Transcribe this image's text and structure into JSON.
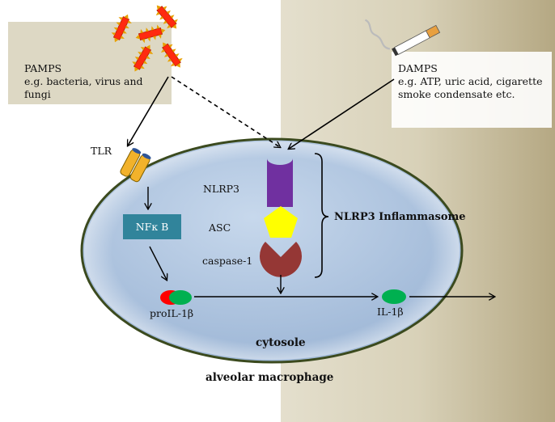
{
  "pamps": {
    "title": "PAMPS",
    "desc_line1": "e.g. bacteria, virus and",
    "desc_line2": "fungi"
  },
  "damps": {
    "title": "DAMPS",
    "desc_line1": "e.g. ATP, uric acid, cigarette",
    "desc_line2": "smoke condensate etc."
  },
  "labels": {
    "tlr": "TLR",
    "nfkb": "NFκ B",
    "nlrp3": "NLRP3",
    "asc": "ASC",
    "caspase": "caspase-1",
    "inflammasome": "NLRP3 Inflammasome",
    "pro_il1b": "proIL-1β",
    "il1b": "IL-1β",
    "cytosole": "cytosole",
    "cell": "alveolar macrophage"
  },
  "colors": {
    "background_tan": "#d8d2bc",
    "box_fill": "#ddd8c4",
    "cell_fill": "#b6cbe3",
    "cell_border": "#3b4a1e",
    "tlr_fill": "#f2b22b",
    "nfkb_fill": "#31849b",
    "nlrp3_fill": "#7030a0",
    "asc_fill": "#ffff00",
    "caspase_fill": "#953735",
    "il1b_fill": "#00b050",
    "pro_red": "#ff0000",
    "pathogen_red": "#ff2a10",
    "pathogen_spike": "#e8a000"
  },
  "icons": [
    "bacteria-icon",
    "cigarette-icon"
  ]
}
